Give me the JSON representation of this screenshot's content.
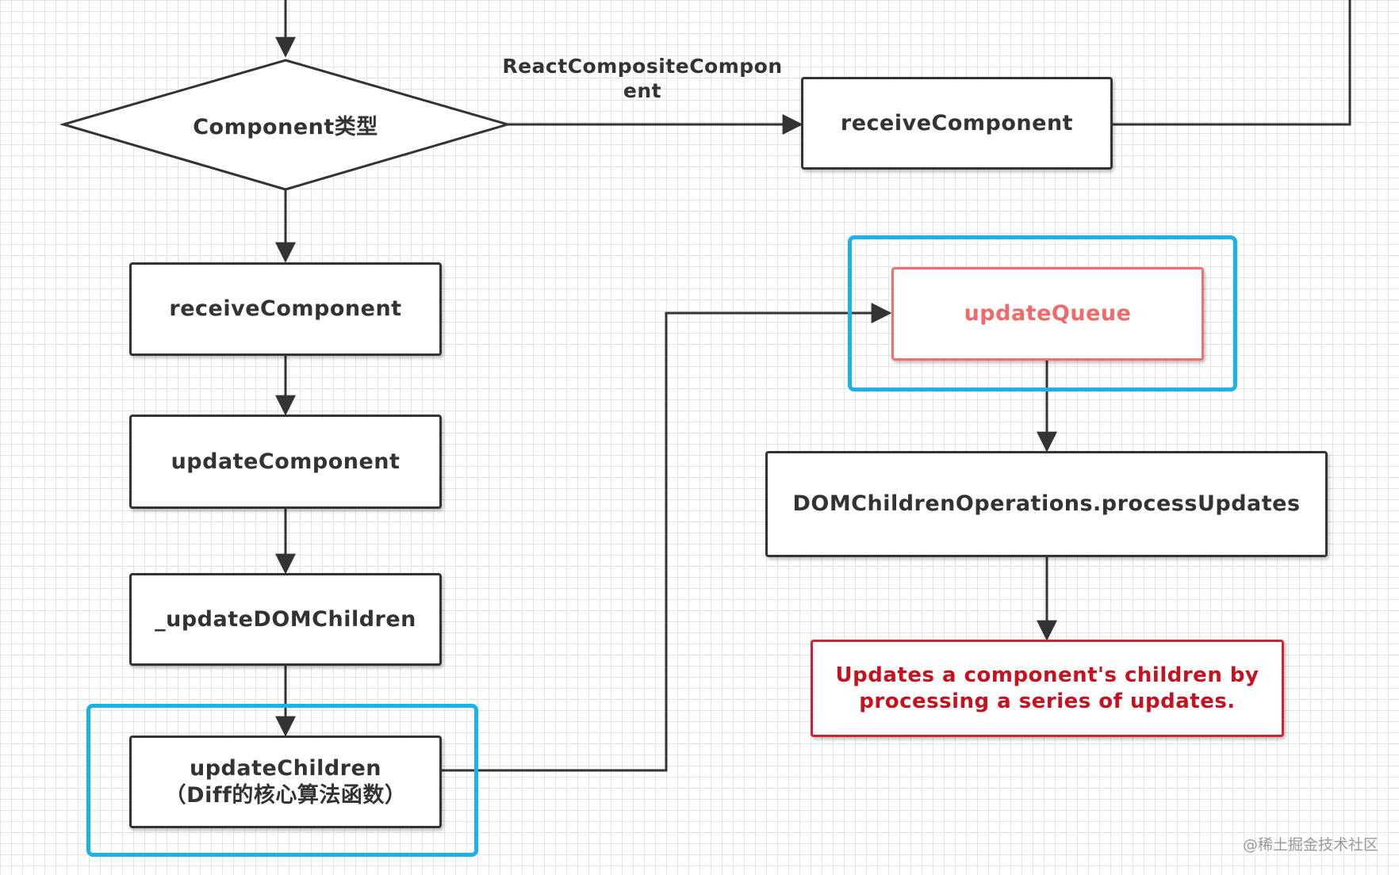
{
  "diagram": {
    "decision": {
      "label": "Component类型"
    },
    "edge_label": {
      "line1": "ReactCompositeCompon",
      "line2": "ent"
    },
    "nodes": {
      "receive_component_top": "receiveComponent",
      "receive_component_left": "receiveComponent",
      "update_component": "updateComponent",
      "update_dom_children": "_updateDOMChildren",
      "update_children": {
        "line1": "updateChildren",
        "line2": "（Diff的核心算法函数）"
      },
      "update_queue": "updateQueue",
      "process_updates": "DOMChildrenOperations.processUpdates",
      "note": {
        "line1": "Updates a component's children by",
        "line2": "processing a series of updates."
      }
    },
    "colors": {
      "highlight": "#1ab2ea",
      "queue_border": "#f07070",
      "note_border": "#d42030",
      "line": "#333333"
    }
  },
  "watermark": "@稀土掘金技术社区"
}
